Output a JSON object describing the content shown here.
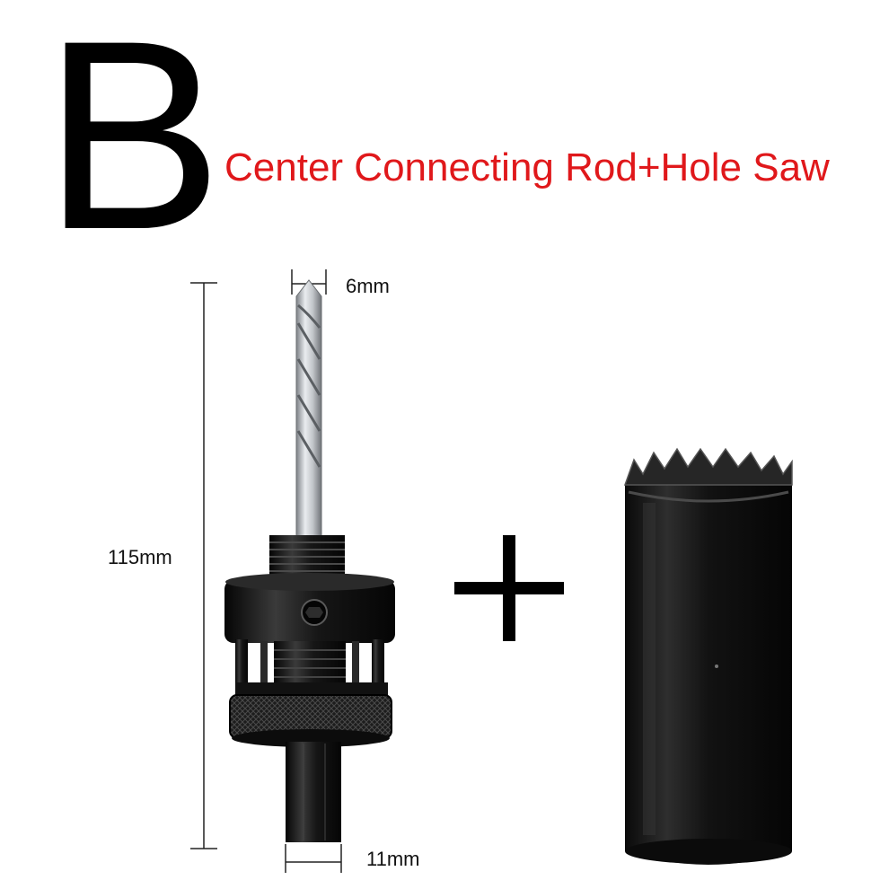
{
  "variant_letter": "B",
  "title": "Center Connecting Rod+Hole Saw",
  "dimensions": {
    "drill_diameter": "6mm",
    "total_length": "115mm",
    "shank_width": "11mm"
  },
  "colors": {
    "title": "#e0181b",
    "metal_black": "#111111",
    "drill_silver": "#b9bcc0",
    "background": "#ffffff"
  },
  "product": {
    "arbor_icon": "center-connecting-rod-icon",
    "plus_icon": "plus-icon",
    "hole_saw_icon": "hole-saw-icon"
  }
}
